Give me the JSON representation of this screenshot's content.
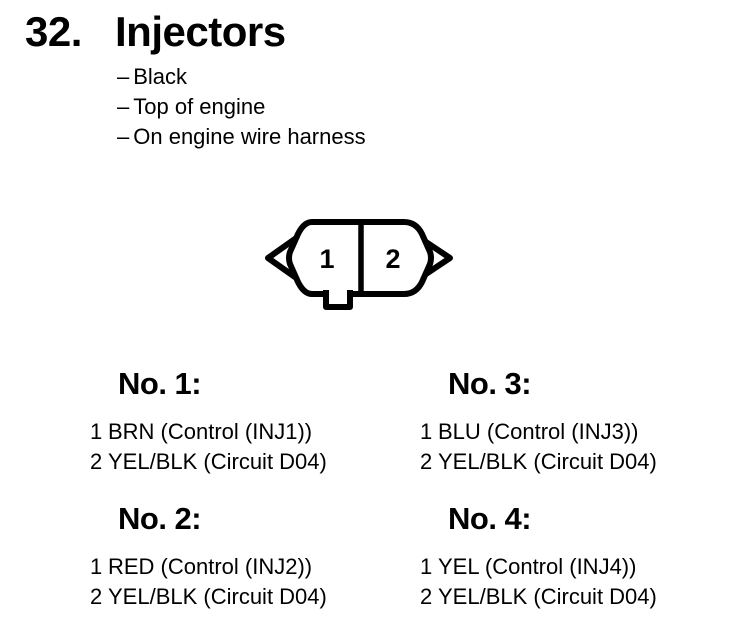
{
  "header": {
    "number": "32.",
    "title": "Injectors",
    "dash": "–",
    "notes": [
      "Black",
      "Top of engine",
      "On engine wire harness"
    ]
  },
  "connector": {
    "pins": [
      "1",
      "2"
    ]
  },
  "sections": [
    {
      "heading": "No. 1:",
      "rows": [
        {
          "pin": "1",
          "desc": "BRN (Control (INJ1))"
        },
        {
          "pin": "2",
          "desc": "YEL/BLK (Circuit D04)"
        }
      ]
    },
    {
      "heading": "No. 2:",
      "rows": [
        {
          "pin": "1",
          "desc": "RED (Control (INJ2))"
        },
        {
          "pin": "2",
          "desc": "YEL/BLK (Circuit D04)"
        }
      ]
    },
    {
      "heading": "No. 3:",
      "rows": [
        {
          "pin": "1",
          "desc": "BLU (Control (INJ3))"
        },
        {
          "pin": "2",
          "desc": "YEL/BLK (Circuit D04)"
        }
      ]
    },
    {
      "heading": "No. 4:",
      "rows": [
        {
          "pin": "1",
          "desc": "YEL (Control (INJ4))"
        },
        {
          "pin": "2",
          "desc": "YEL/BLK (Circuit D04)"
        }
      ]
    }
  ],
  "colors": {
    "ink": "#000000",
    "background": "#ffffff"
  }
}
